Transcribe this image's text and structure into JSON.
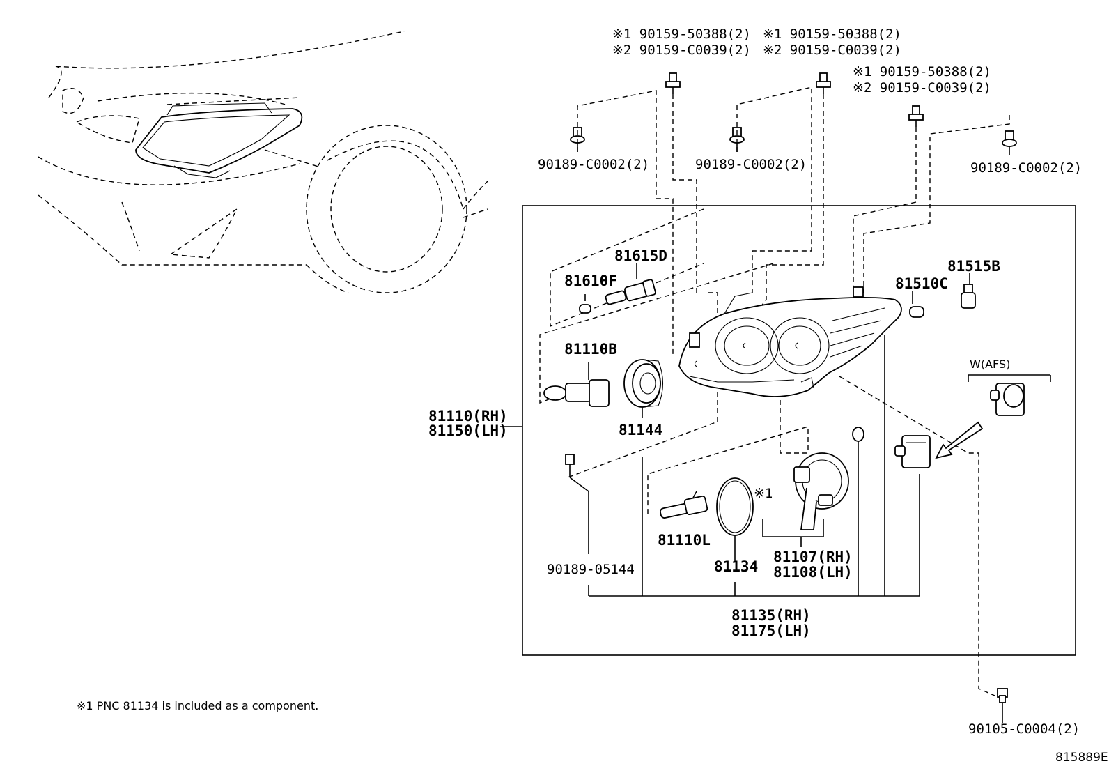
{
  "labels": {
    "bolt_a_1": "※1 90159-50388(2)",
    "bolt_a_2": "※2 90159-C0039(2)",
    "bolt_b_1": "※1 90159-50388(2)",
    "bolt_b_2": "※2 90159-C0039(2)",
    "bolt_c_1": "※1 90159-50388(2)",
    "bolt_c_2": "※2 90159-C0039(2)",
    "clip_1": "90189-C0002(2)",
    "clip_2": "90189-C0002(2)",
    "clip_3": "90189-C0002(2)",
    "p81615d": "81615D",
    "p81610f": "81610F",
    "p81515b": "81515B",
    "p81510c": "81510C",
    "p81110b": "81110B",
    "p81144": "81144",
    "assy_rh": "81110(RH)",
    "assy_lh": "81150(LH)",
    "wafs": "W(AFS)",
    "mark_1": "※1",
    "p81110l": "81110L",
    "p81134": "81134",
    "p81107": "81107(RH)",
    "p81108": "81108(LH)",
    "p90189_05144": "90189-05144",
    "unit_rh": "81135(RH)",
    "unit_lh": "81175(LH)",
    "screw": "90105-C0004(2)"
  },
  "footnote": "※1 PNC 81134 is included as a component.",
  "diagram_id": "815889E"
}
